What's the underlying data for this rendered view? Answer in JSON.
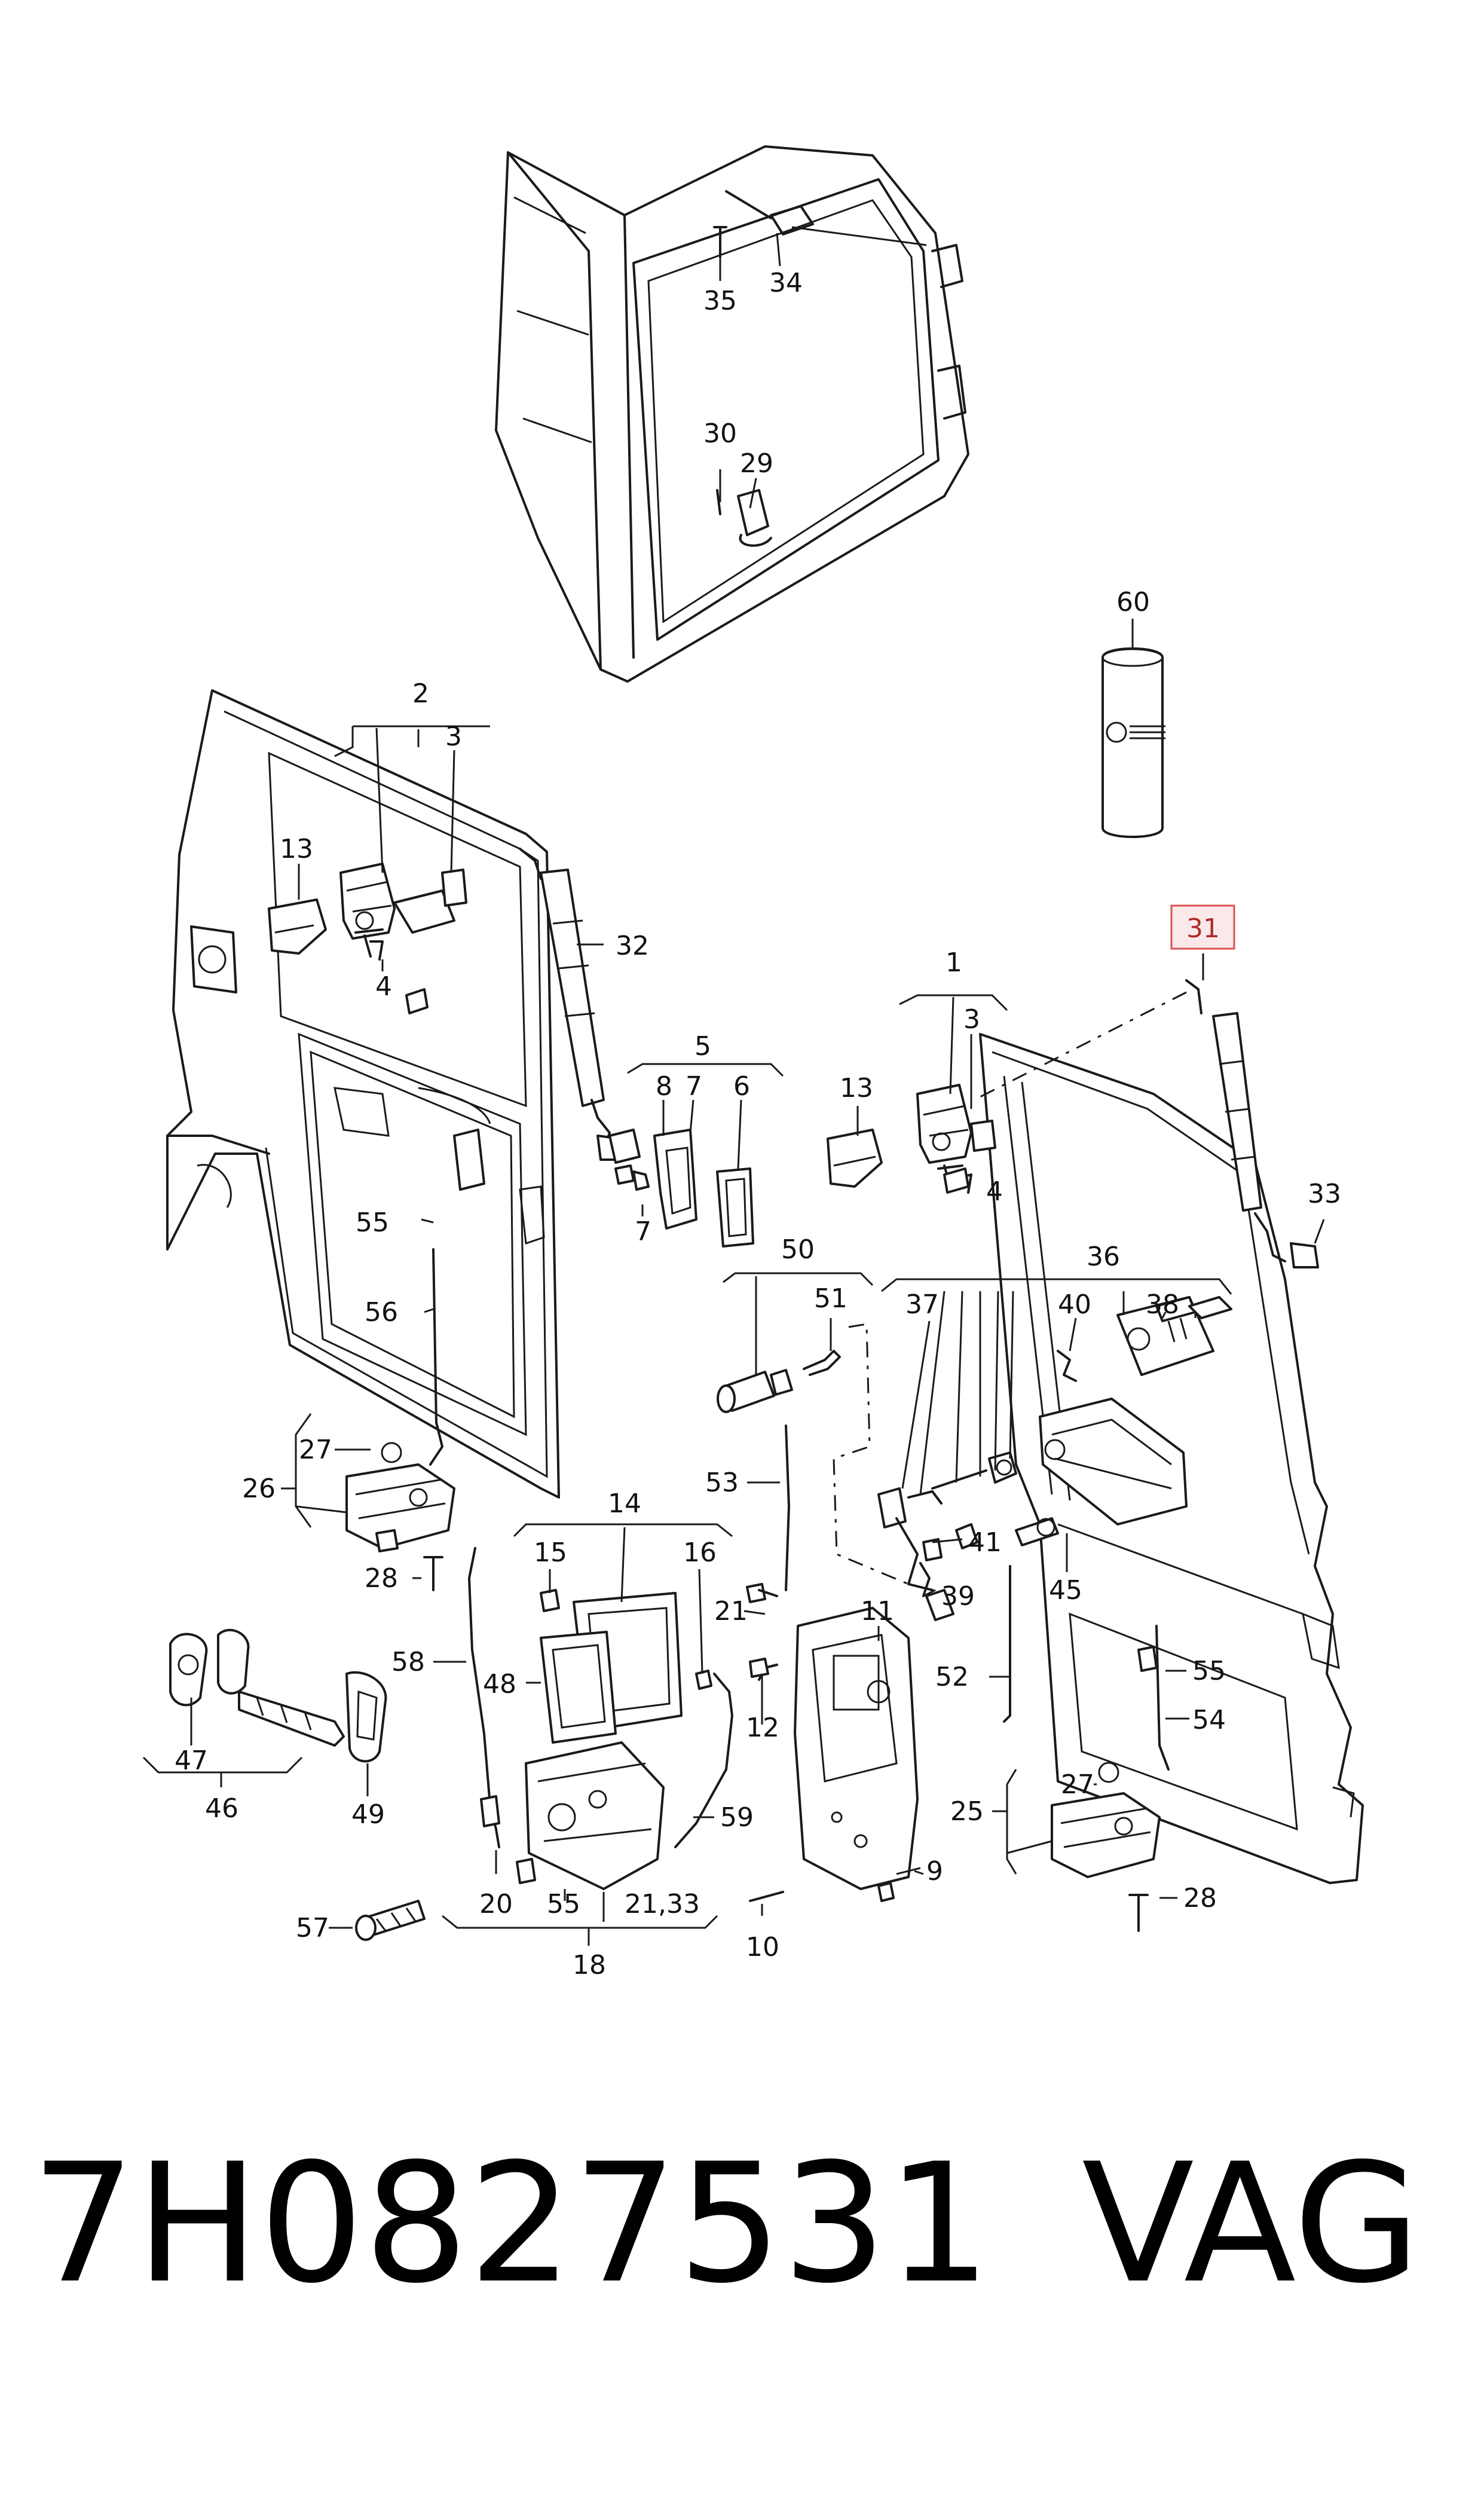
{
  "callouts": [
    {
      "id": "35",
      "label": "35"
    },
    {
      "id": "34",
      "label": "34"
    },
    {
      "id": "30",
      "label": "30"
    },
    {
      "id": "29",
      "label": "29"
    },
    {
      "id": "60",
      "label": "60"
    },
    {
      "id": "2",
      "label": "2"
    },
    {
      "id": "3a",
      "label": "3"
    },
    {
      "id": "13a",
      "label": "13"
    },
    {
      "id": "4a",
      "label": "4"
    },
    {
      "id": "32",
      "label": "32"
    },
    {
      "id": "31",
      "label": "31",
      "highlight": true
    },
    {
      "id": "1",
      "label": "1"
    },
    {
      "id": "3b",
      "label": "3"
    },
    {
      "id": "13b",
      "label": "13"
    },
    {
      "id": "4b",
      "label": "4"
    },
    {
      "id": "33",
      "label": "33"
    },
    {
      "id": "5",
      "label": "5"
    },
    {
      "id": "8",
      "label": "8"
    },
    {
      "id": "7a",
      "label": "7"
    },
    {
      "id": "6",
      "label": "6"
    },
    {
      "id": "7b",
      "label": "7"
    },
    {
      "id": "55a",
      "label": "55"
    },
    {
      "id": "56",
      "label": "56"
    },
    {
      "id": "50",
      "label": "50"
    },
    {
      "id": "51",
      "label": "51"
    },
    {
      "id": "36",
      "label": "36"
    },
    {
      "id": "37",
      "label": "37"
    },
    {
      "id": "40",
      "label": "40"
    },
    {
      "id": "38",
      "label": "38"
    },
    {
      "id": "27a",
      "label": "27"
    },
    {
      "id": "26",
      "label": "26"
    },
    {
      "id": "28a",
      "label": "28"
    },
    {
      "id": "53",
      "label": "53"
    },
    {
      "id": "14",
      "label": "14"
    },
    {
      "id": "15",
      "label": "15"
    },
    {
      "id": "16",
      "label": "16"
    },
    {
      "id": "41",
      "label": "41"
    },
    {
      "id": "21",
      "label": "21"
    },
    {
      "id": "11",
      "label": "11"
    },
    {
      "id": "39",
      "label": "39"
    },
    {
      "id": "45",
      "label": "45"
    },
    {
      "id": "58",
      "label": "58"
    },
    {
      "id": "48",
      "label": "48"
    },
    {
      "id": "52",
      "label": "52"
    },
    {
      "id": "55b",
      "label": "55"
    },
    {
      "id": "12",
      "label": "12"
    },
    {
      "id": "54",
      "label": "54"
    },
    {
      "id": "47",
      "label": "47"
    },
    {
      "id": "46",
      "label": "46"
    },
    {
      "id": "49",
      "label": "49"
    },
    {
      "id": "59",
      "label": "59"
    },
    {
      "id": "27b",
      "label": "27"
    },
    {
      "id": "25",
      "label": "25"
    },
    {
      "id": "9",
      "label": "9"
    },
    {
      "id": "20",
      "label": "20"
    },
    {
      "id": "55c",
      "label": "55"
    },
    {
      "id": "2133",
      "label": "21,33"
    },
    {
      "id": "57",
      "label": "57"
    },
    {
      "id": "28b",
      "label": "28"
    },
    {
      "id": "10",
      "label": "10"
    },
    {
      "id": "18",
      "label": "18"
    }
  ],
  "footer": {
    "part_number": "7H0827531",
    "brand": "VAG"
  }
}
